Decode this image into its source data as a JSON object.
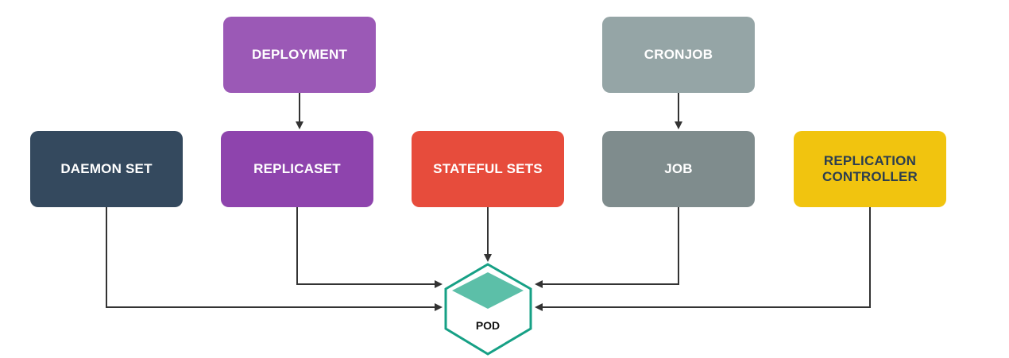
{
  "colors": {
    "deployment": "#9b59b6",
    "replicaset": "#8e44ad",
    "cronjob": "#95a5a6",
    "job": "#7f8c8d",
    "daemonset": "#34495e",
    "statefulsets": "#e74c3c",
    "replication_controller": "#f1c40f",
    "replication_controller_text": "#2c3e50",
    "pod_border": "#16a085",
    "pod_top": "#5cbfa8",
    "connector": "#333333"
  },
  "nodes": {
    "deployment": "DEPLOYMENT",
    "cronjob": "CRONJOB",
    "daemonset": "DAEMON SET",
    "replicaset": "REPLICASET",
    "statefulsets": "STATEFUL SETS",
    "job": "JOB",
    "replication_controller_line1": "REPLICATION",
    "replication_controller_line2": "CONTROLLER",
    "pod": "POD"
  },
  "edges": [
    [
      "deployment",
      "replicaset"
    ],
    [
      "cronjob",
      "job"
    ],
    [
      "daemonset",
      "pod"
    ],
    [
      "replicaset",
      "pod"
    ],
    [
      "statefulsets",
      "pod"
    ],
    [
      "job",
      "pod"
    ],
    [
      "replication_controller",
      "pod"
    ]
  ]
}
